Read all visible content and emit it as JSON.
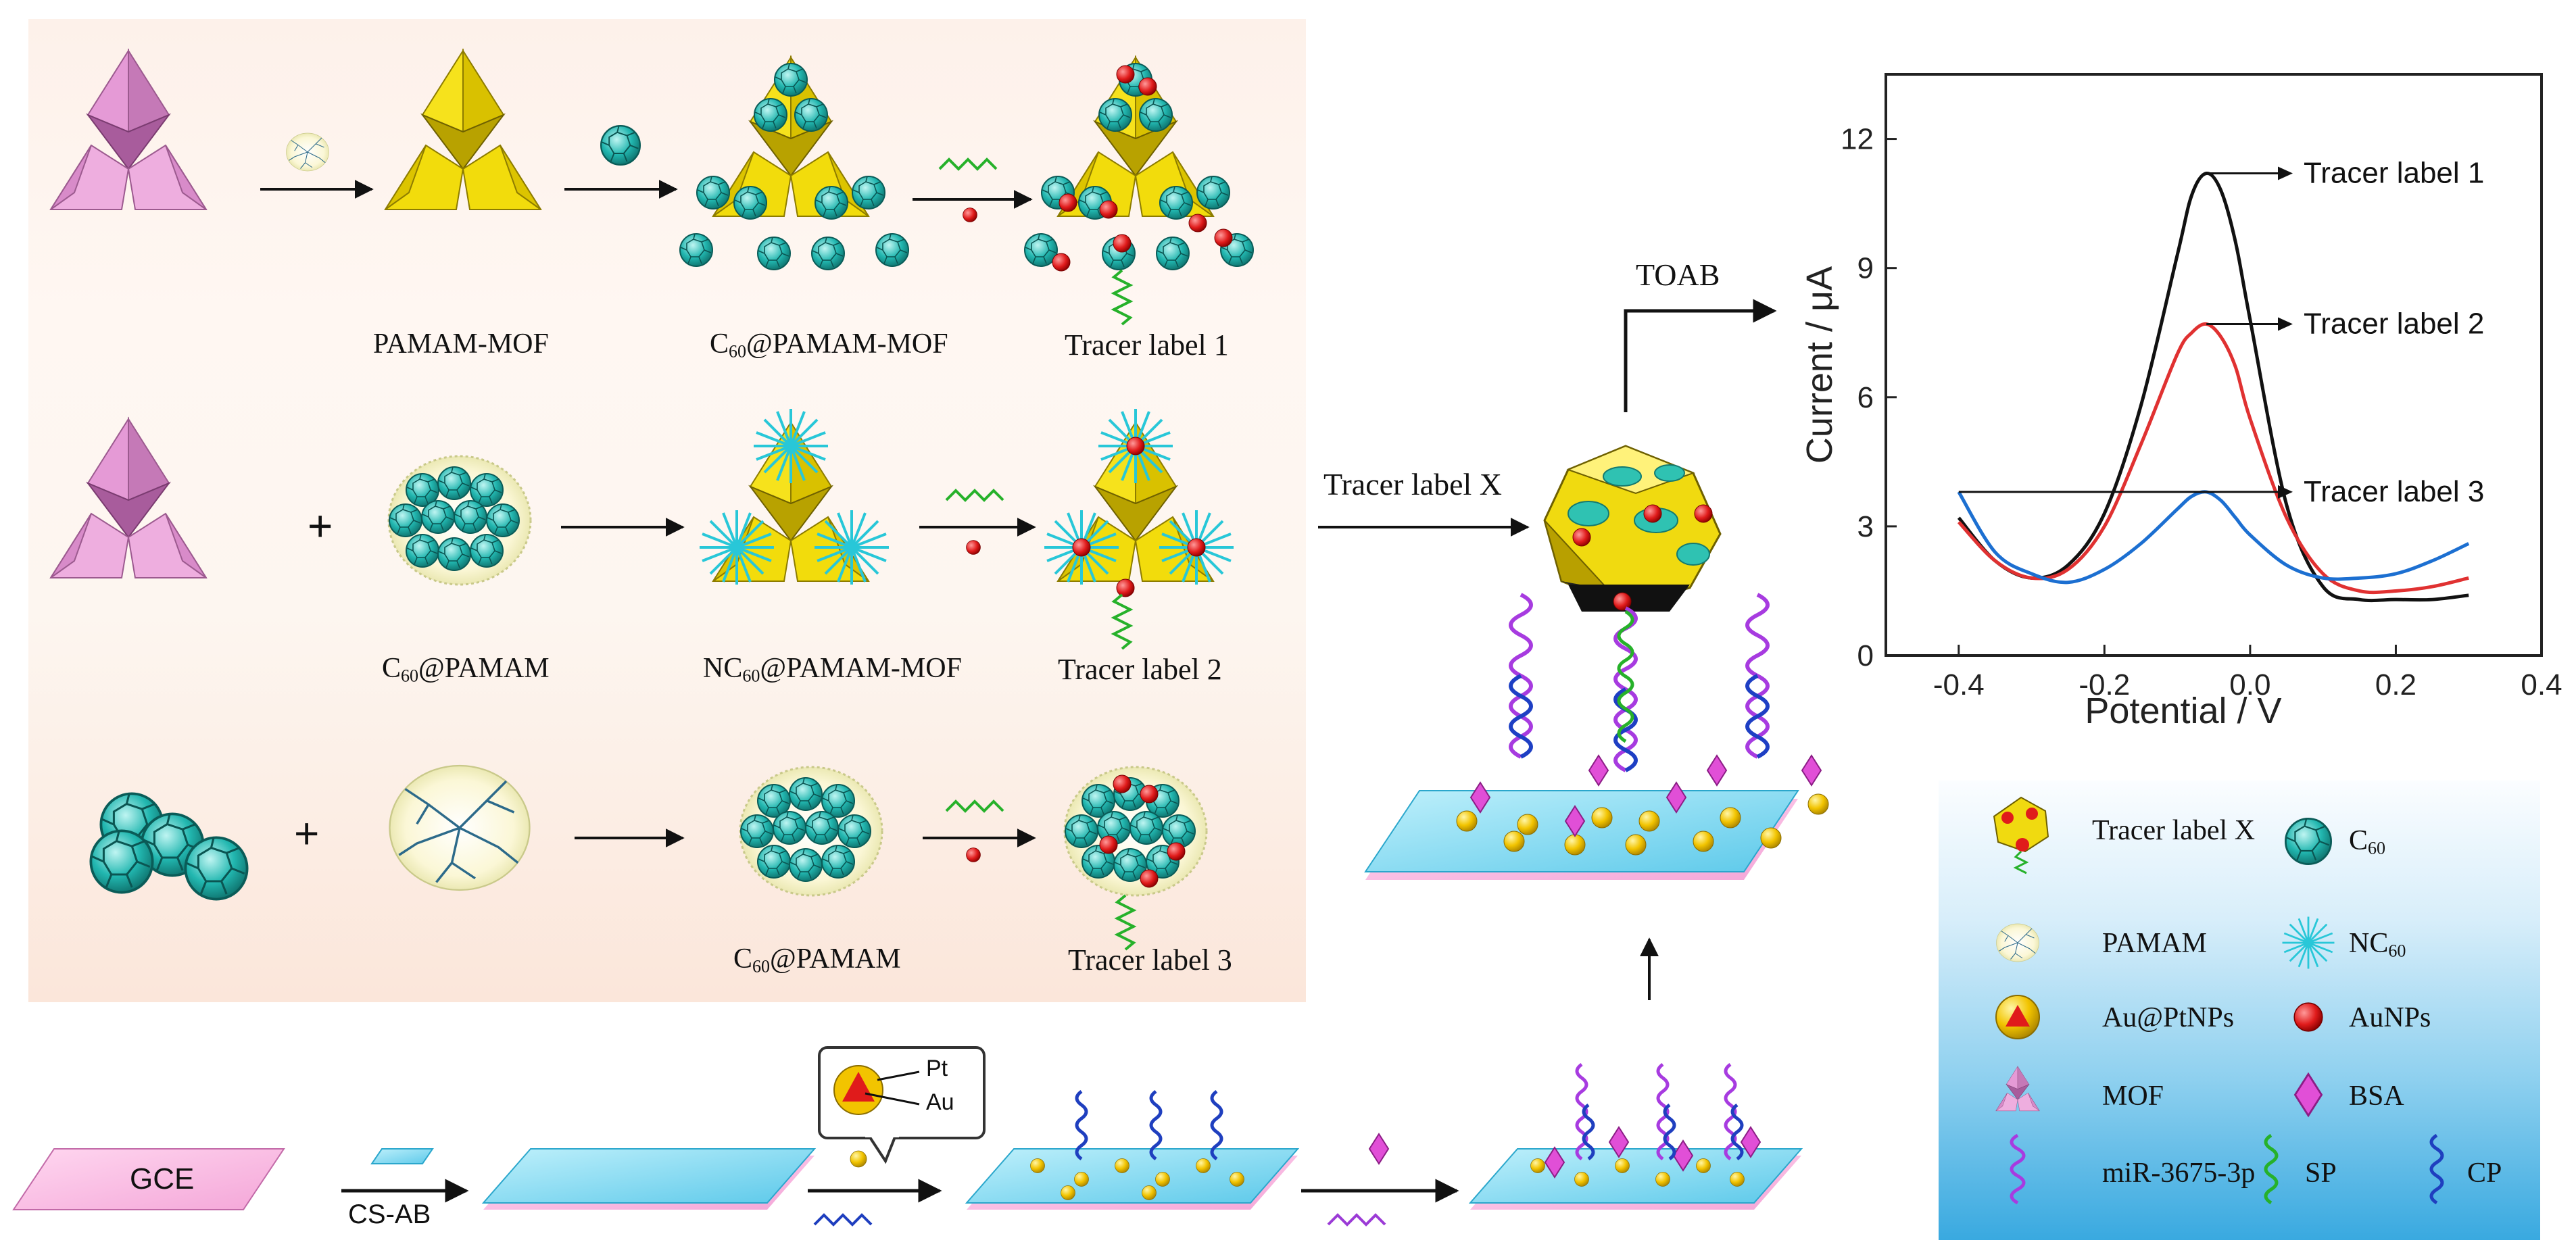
{
  "synthesis": {
    "row1": {
      "step1": "PAMAM-MOF",
      "step2": "C",
      "step2_sub": "60",
      "step2_tail": "@PAMAM-MOF",
      "step3": "Tracer label 1"
    },
    "row2": {
      "step1": "C",
      "step1_sub": "60",
      "step1_tail": "@PAMAM",
      "step2": "NC",
      "step2_sub": "60",
      "step2_tail": "@PAMAM-MOF",
      "step3": "Tracer label 2",
      "plus": "+"
    },
    "row3": {
      "step2": "C",
      "step2_sub": "60",
      "step2_tail": "@PAMAM",
      "step3": "Tracer label 3",
      "plus": "+"
    }
  },
  "center": {
    "tracer_arrow_label": "Tracer label X",
    "toab_label": "TOAB"
  },
  "electrode": {
    "gce_label": "GCE",
    "cs_ab_label": "CS-AB",
    "pt_label": "Pt",
    "au_label": "Au"
  },
  "legend": {
    "tracer_x": "Tracer label X",
    "c60": "C",
    "c60_sub": "60",
    "pamam": "PAMAM",
    "nc60": "NC",
    "nc60_sub": "60",
    "au_pt": "Au@PtNPs",
    "aunps": "AuNPs",
    "mof": "MOF",
    "bsa": "BSA",
    "mirna": "miR-3675-3p",
    "sp": "SP",
    "cp": "CP"
  },
  "chart_data": {
    "type": "line",
    "xlabel": "Potential / V",
    "ylabel": "Current / μA",
    "xlim": [
      -0.5,
      0.4
    ],
    "ylim": [
      0,
      13.5
    ],
    "xticks": [
      -0.4,
      -0.2,
      0.0,
      0.2,
      0.4
    ],
    "xtick_labels": [
      "-0.4",
      "-0.2",
      "0.0",
      "0.2",
      "0.4"
    ],
    "yticks": [
      0,
      3,
      6,
      9,
      12
    ],
    "ytick_labels": [
      "0",
      "3",
      "6",
      "9",
      "12"
    ],
    "grid": false,
    "x": [
      -0.4,
      -0.35,
      -0.3,
      -0.25,
      -0.2,
      -0.15,
      -0.1,
      -0.08,
      -0.06,
      -0.04,
      -0.02,
      0.0,
      0.05,
      0.1,
      0.15,
      0.2,
      0.25,
      0.3
    ],
    "series": [
      {
        "name": "Tracer label 1",
        "color": "#111111",
        "values": [
          3.2,
          2.2,
          1.8,
          2.1,
          3.3,
          5.8,
          9.3,
          10.7,
          11.2,
          10.8,
          9.6,
          7.8,
          3.5,
          1.6,
          1.3,
          1.3,
          1.3,
          1.4
        ]
      },
      {
        "name": "Tracer label 2",
        "color": "#e03131",
        "values": [
          3.1,
          2.2,
          1.8,
          2.0,
          3.0,
          4.9,
          7.0,
          7.5,
          7.7,
          7.4,
          6.7,
          5.5,
          3.2,
          1.9,
          1.5,
          1.5,
          1.6,
          1.8
        ]
      },
      {
        "name": "Tracer label 3",
        "color": "#1c6fd1",
        "values": [
          3.8,
          2.4,
          1.9,
          1.7,
          2.0,
          2.6,
          3.4,
          3.7,
          3.8,
          3.6,
          3.2,
          2.8,
          2.1,
          1.8,
          1.8,
          1.9,
          2.2,
          2.6
        ]
      }
    ],
    "annotations": [
      "Tracer label 1",
      "Tracer label 2",
      "Tracer label 3"
    ]
  }
}
